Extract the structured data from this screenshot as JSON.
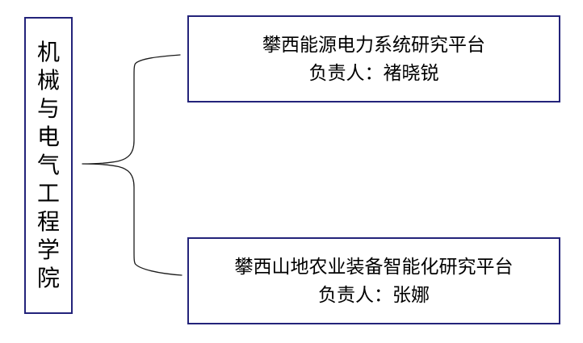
{
  "diagram": {
    "root_box": {
      "label": "机械与电气工程学院"
    },
    "branch_boxes": [
      {
        "title": "攀西能源电力系统研究平台",
        "leader": "负责人：褚晓锐"
      },
      {
        "title": "攀西山地农业装备智能化研究平台",
        "leader": "负责人：张娜"
      }
    ],
    "colors": {
      "box_border": "#23237a",
      "connector": "#1c1c1c",
      "text": "#000000",
      "background": "#ffffff"
    }
  }
}
